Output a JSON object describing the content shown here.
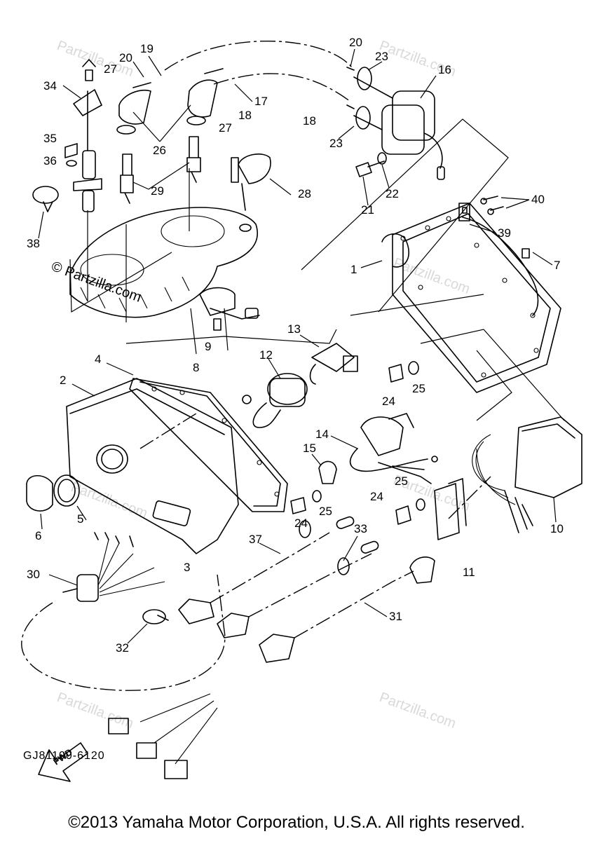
{
  "diagram": {
    "part_callouts": [
      "1",
      "2",
      "3",
      "4",
      "5",
      "6",
      "7",
      "8",
      "9",
      "10",
      "11",
      "12",
      "13",
      "14",
      "15",
      "16",
      "17",
      "18",
      "19",
      "20",
      "21",
      "22",
      "23",
      "24",
      "25",
      "26",
      "27",
      "28",
      "29",
      "30",
      "31",
      "32",
      "33",
      "34",
      "35",
      "36",
      "37",
      "38",
      "39",
      "40"
    ],
    "watermark": "Partzilla.com",
    "watermark_main": "© Partzilla.com",
    "fwd_label": "FWD",
    "drawing_code": "GJ81100-6120"
  },
  "footer": {
    "copyright": "©2013 Yamaha Motor Corporation, U.S.A. All rights reserved."
  }
}
